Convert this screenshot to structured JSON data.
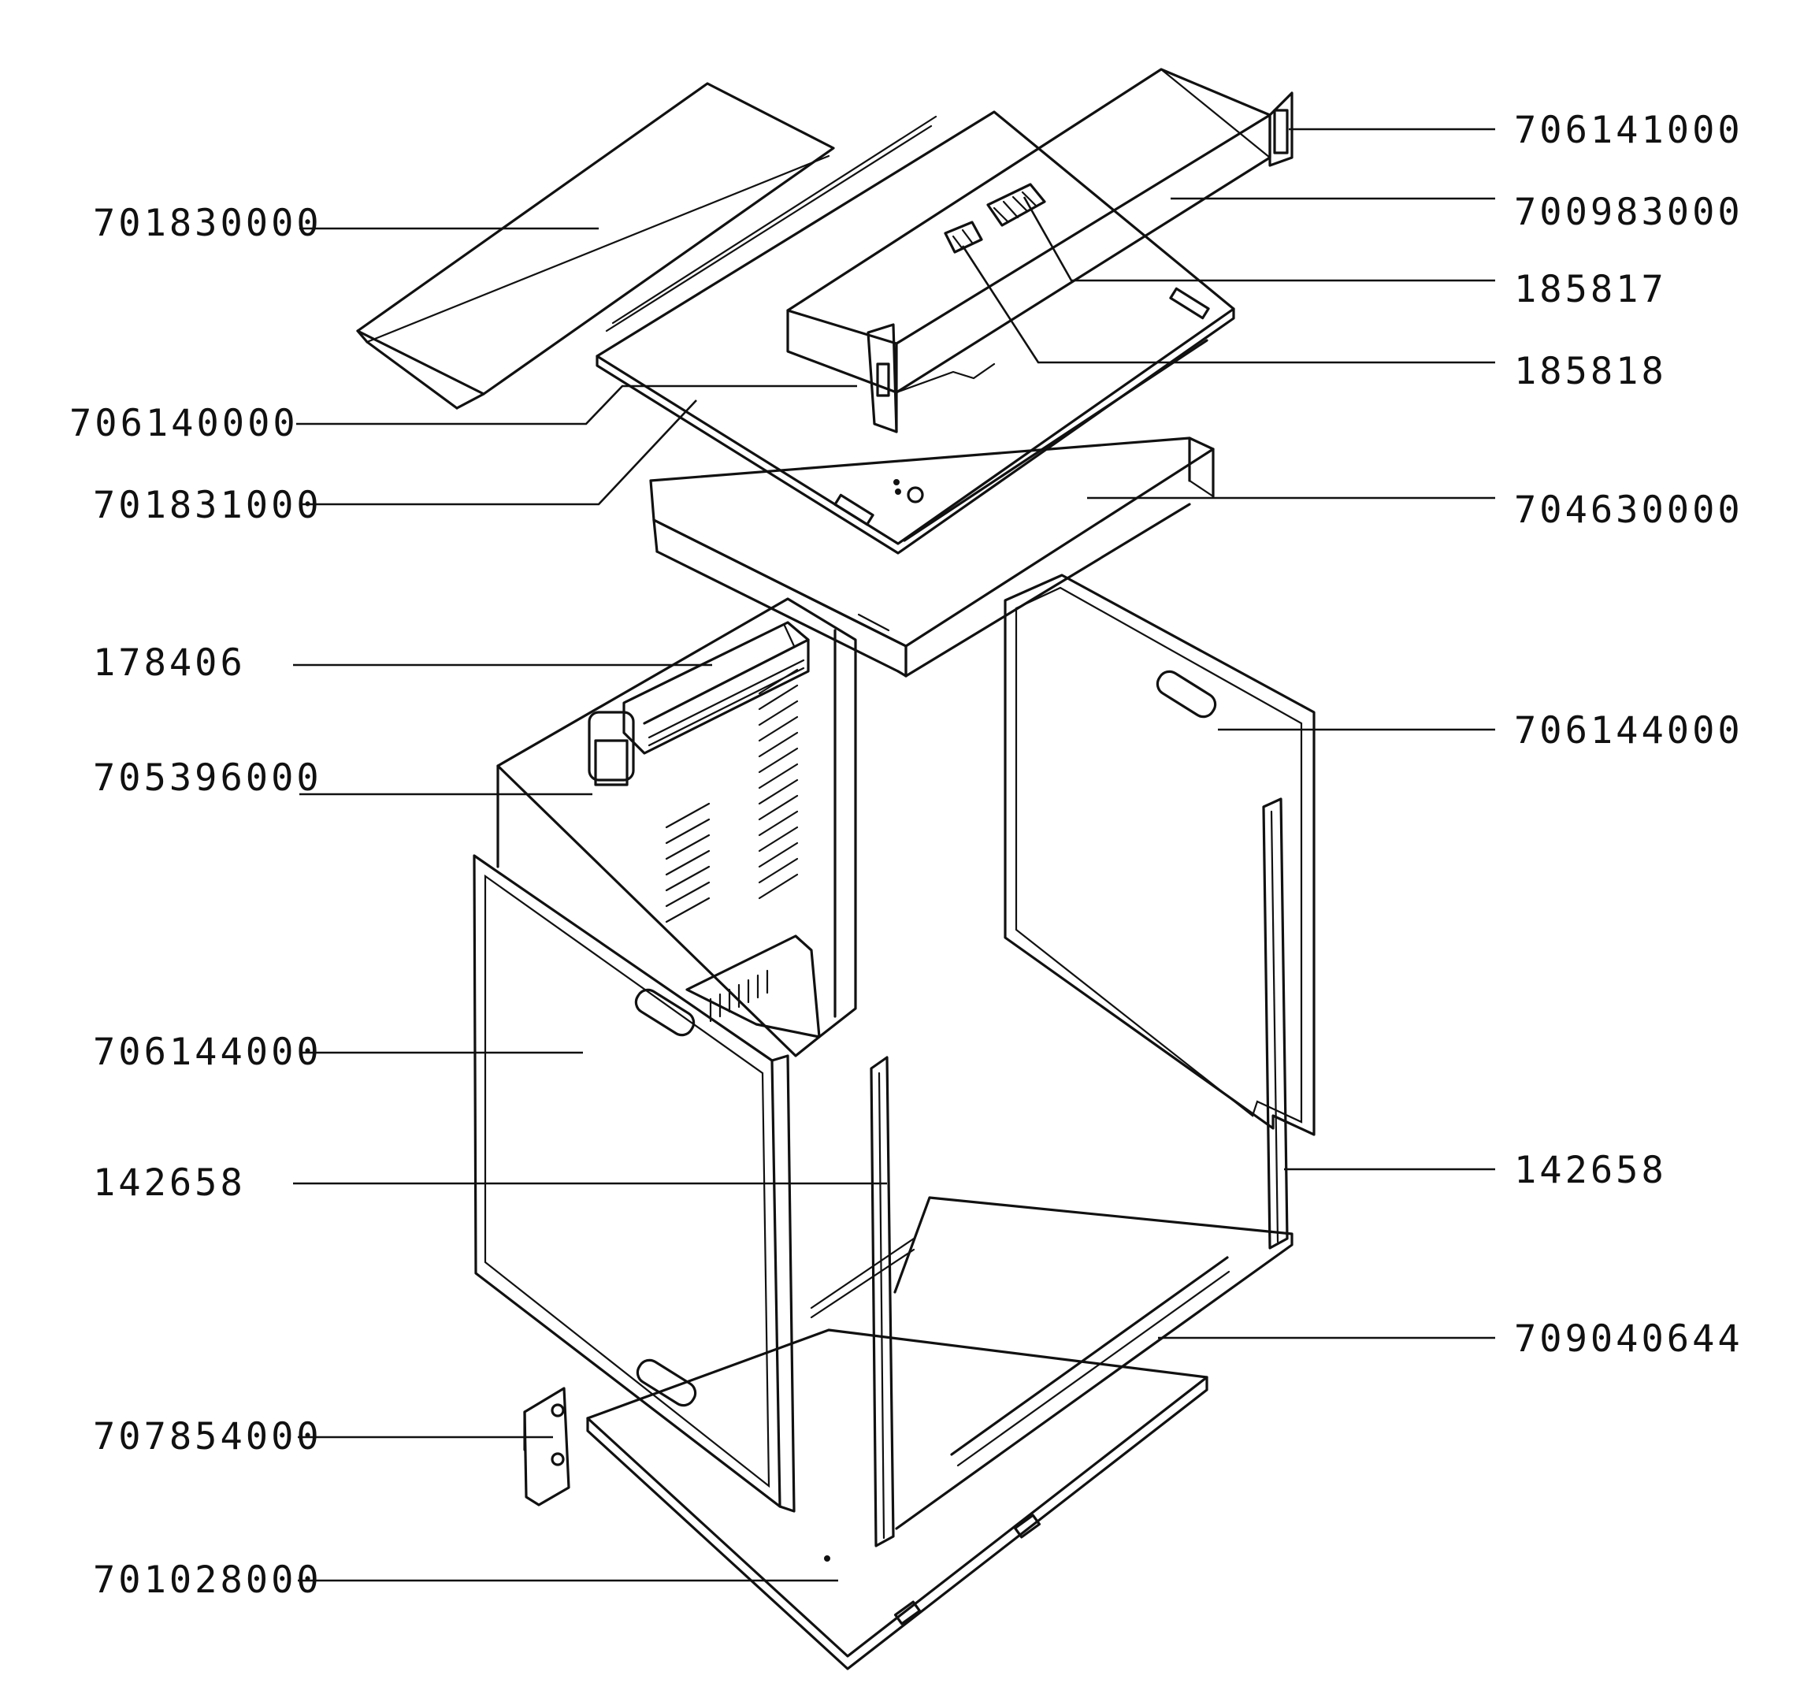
{
  "labels": {
    "l01": "706141000",
    "l02": "700983000",
    "l03": "185817",
    "l04": "185818",
    "l05": "701830000",
    "l06": "706140000",
    "l07": "701831000",
    "l08": "704630000",
    "l09": "178406",
    "l10": "706144000",
    "l11": "705396000",
    "l12": "706144000",
    "l13": "142658",
    "l14": "142658",
    "l15": "709040644",
    "l16": "707854000",
    "l17": "701028000"
  }
}
